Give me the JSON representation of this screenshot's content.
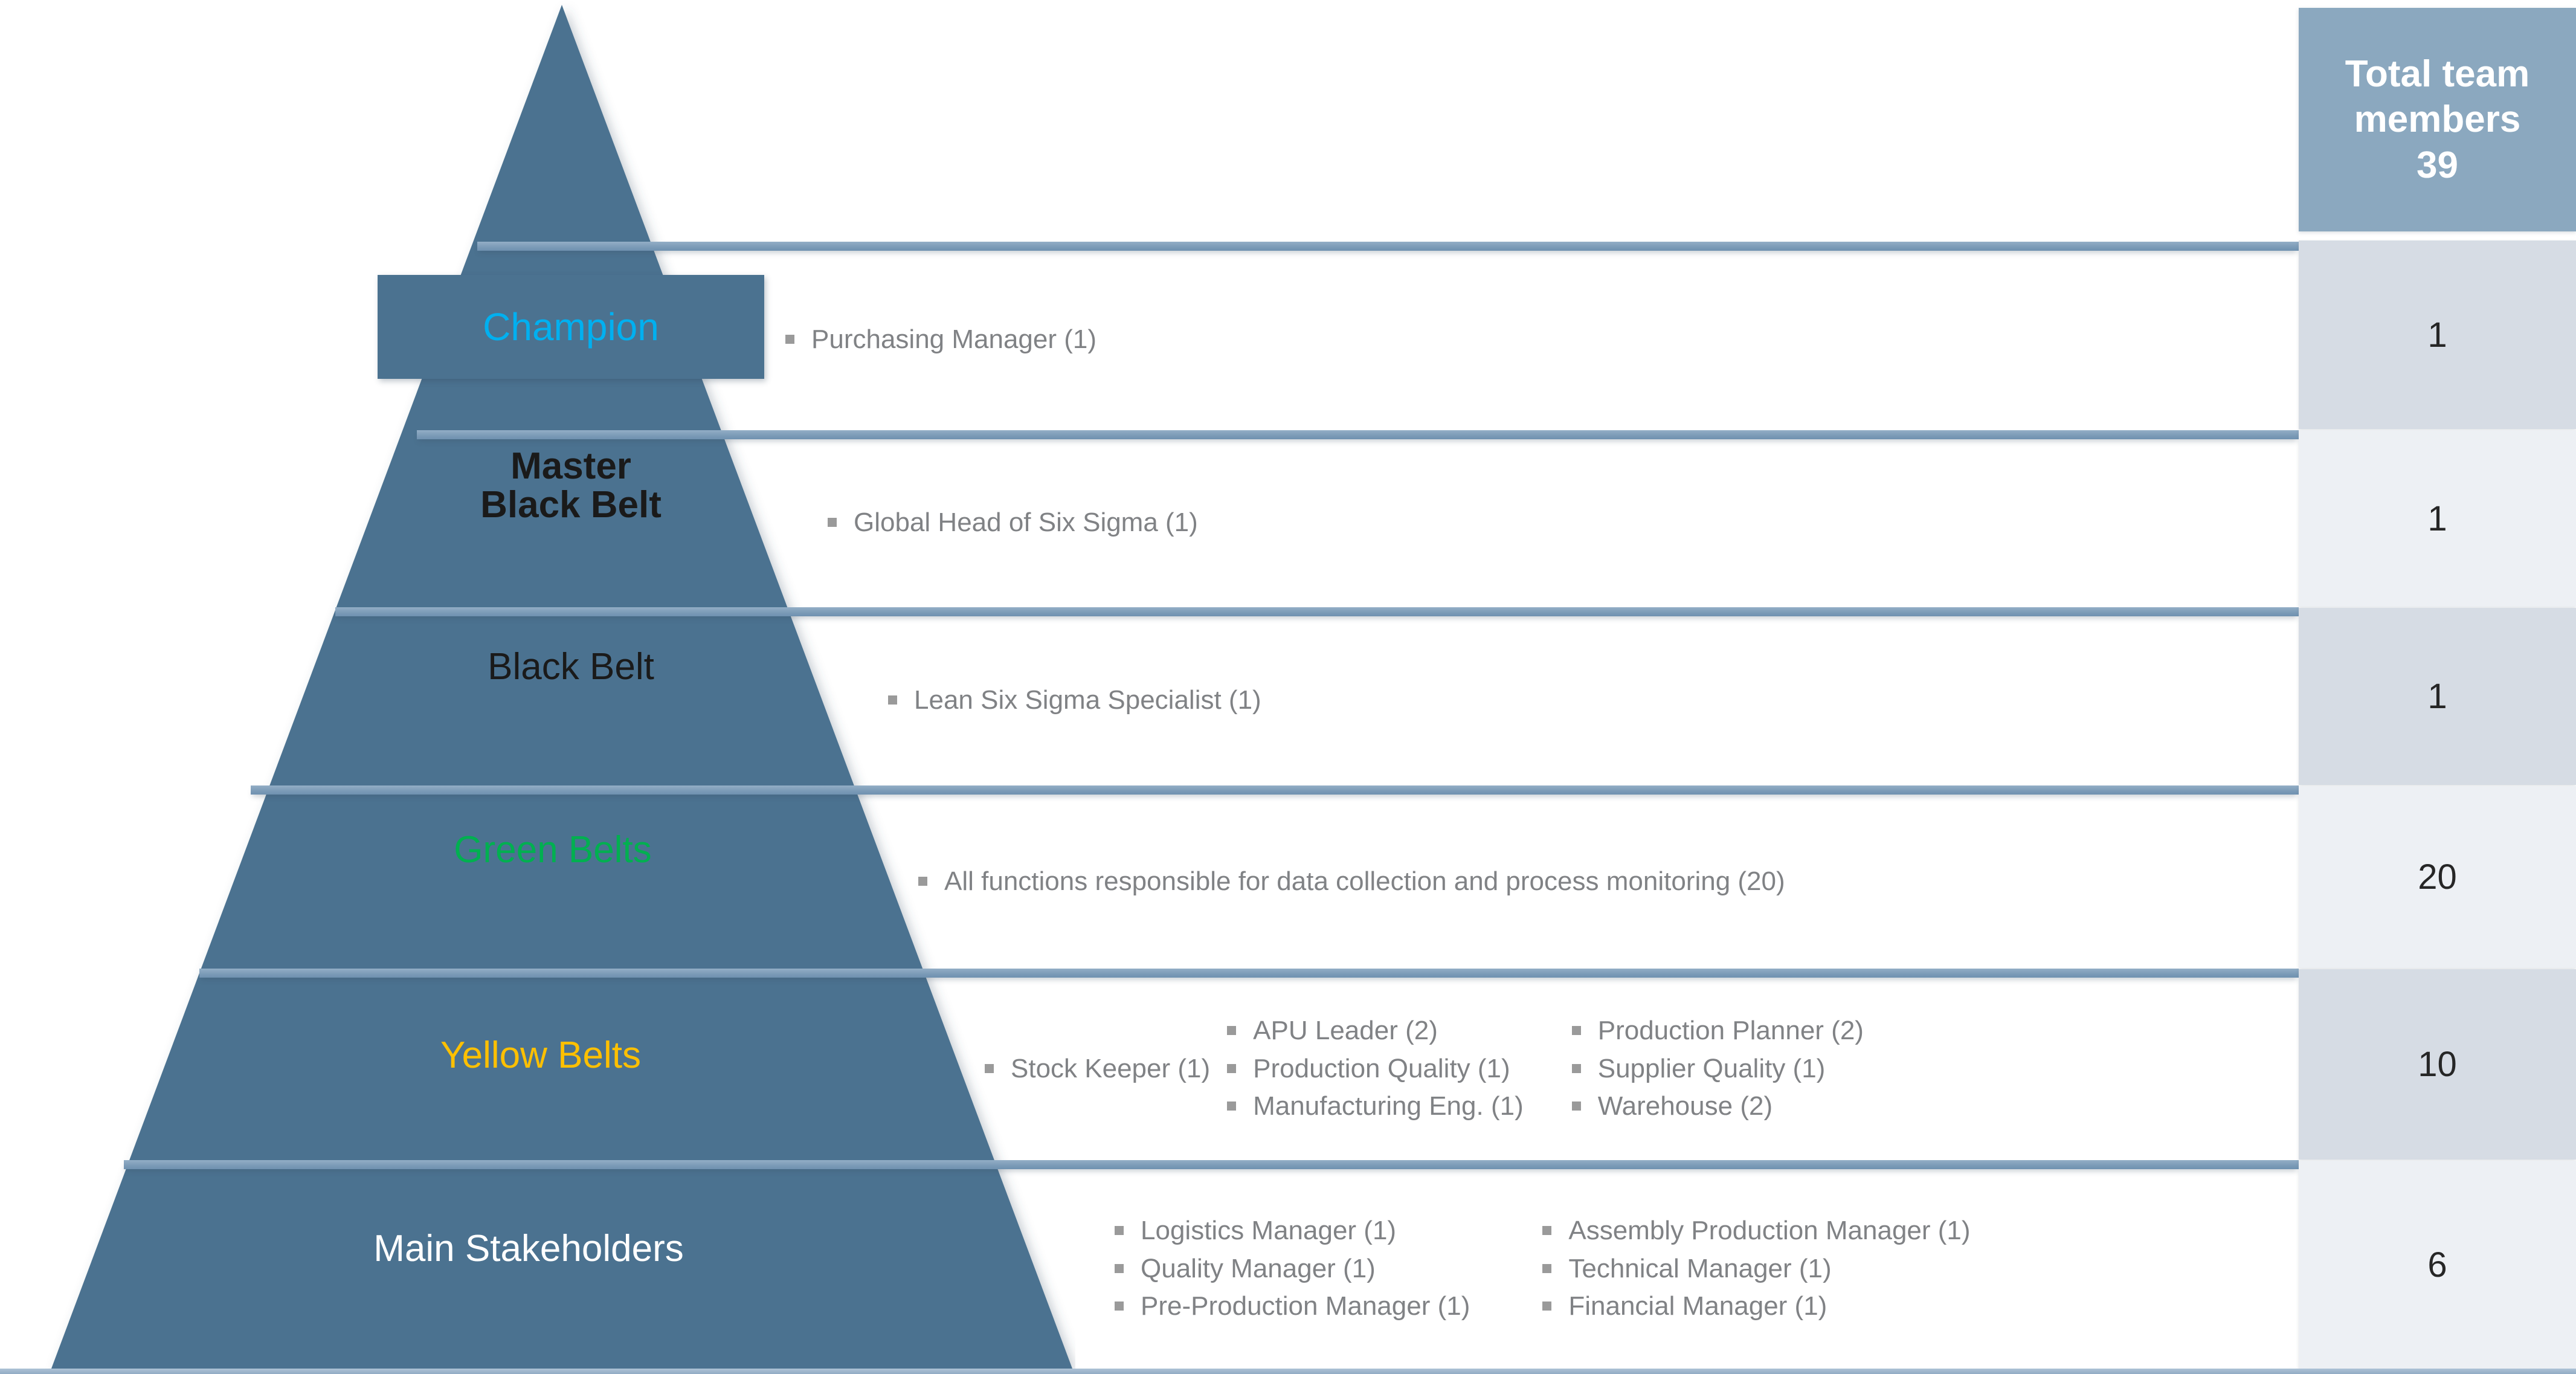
{
  "diagram": {
    "title": "Six Sigma Team Structure Pyramid",
    "colors": {
      "pyramid": "#4b7290",
      "divider": "#7d9cb8",
      "header_bg": "#8ba8bf",
      "cell_dark": "#d6dce4",
      "cell_light": "#edf0f4",
      "champion_text": "#00b0f0",
      "green_text": "#00b050",
      "yellow_text": "#ffc000",
      "black_text": "#1a1a1a",
      "white_text": "#ffffff",
      "bullet_text": "#808285",
      "bullet_mark": "#9a9a9a"
    }
  },
  "totals_column": {
    "header_line1": "Total team",
    "header_line2": "members",
    "header_line3": "39",
    "values": [
      "1",
      "1",
      "1",
      "20",
      "10",
      "6"
    ]
  },
  "levels": [
    {
      "id": "champion",
      "label": "Champion",
      "total": "1",
      "columns": [
        {
          "items": [
            "Purchasing Manager (1)"
          ]
        }
      ]
    },
    {
      "id": "master-black-belt",
      "label": "Master\nBlack Belt",
      "total": "1",
      "columns": [
        {
          "items": [
            "Global Head of Six Sigma (1)"
          ]
        }
      ]
    },
    {
      "id": "black-belt",
      "label": "Black Belt",
      "total": "1",
      "columns": [
        {
          "items": [
            "Lean Six Sigma Specialist (1)"
          ]
        }
      ]
    },
    {
      "id": "green-belts",
      "label": "Green Belts",
      "total": "20",
      "columns": [
        {
          "items": [
            "All functions responsible for data collection and process monitoring (20)"
          ]
        }
      ]
    },
    {
      "id": "yellow-belts",
      "label": "Yellow Belts",
      "total": "10",
      "columns": [
        {
          "items": [
            "Stock Keeper (1)"
          ]
        },
        {
          "items": [
            "APU Leader (2)",
            "Production Quality (1)",
            "Manufacturing Eng. (1)"
          ]
        },
        {
          "items": [
            "Production Planner (2)",
            "Supplier Quality (1)",
            "Warehouse (2)"
          ]
        }
      ]
    },
    {
      "id": "main-stakeholders",
      "label": "Main Stakeholders",
      "total": "6",
      "columns": [
        {
          "items": [
            "Logistics Manager (1)",
            "Quality Manager (1)",
            "Pre-Production Manager (1)"
          ]
        },
        {
          "items": [
            "Assembly Production Manager (1)",
            "Technical Manager (1)",
            "Financial Manager (1)"
          ]
        }
      ]
    }
  ],
  "chart_data": {
    "type": "table",
    "title": "Six Sigma Team Structure Pyramid",
    "categories": [
      "Champion",
      "Master Black Belt",
      "Black Belt",
      "Green Belts",
      "Yellow Belts",
      "Main Stakeholders"
    ],
    "values": [
      1,
      1,
      1,
      20,
      10,
      6
    ],
    "total": 39,
    "ylabel": "Total team members",
    "legend": []
  }
}
